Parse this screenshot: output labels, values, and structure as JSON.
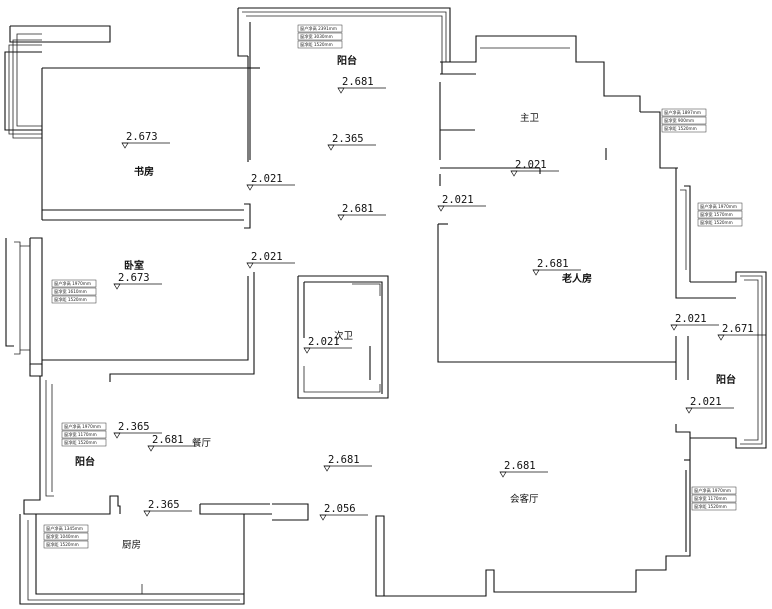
{
  "rooms": {
    "study": "书房",
    "bedroom": "卧室",
    "balcony_top": "阳台",
    "master_bath": "主卫",
    "elder_room": "老人房",
    "second_bath": "次卫",
    "balcony_right": "阳台",
    "dining": "餐厅",
    "balcony_left": "阳台",
    "kitchen": "厨房",
    "living": "会客厅"
  },
  "levels": [
    "2.673",
    "2.673",
    "2.681",
    "2.365",
    "2.021",
    "2.681",
    "2.021",
    "2.021",
    "2.021",
    "2.681",
    "2.021",
    "2.671",
    "2.021",
    "2.021",
    "2.365",
    "2.681",
    "2.681",
    "2.681",
    "2.365",
    "2.056"
  ],
  "notes": {
    "n1": [
      "窗户净高 2391mm",
      "窗净宽 3030mm",
      "窗净距 1520mm"
    ],
    "n2": [
      "窗户净高 1897mm",
      "窗净宽 900mm",
      "窗净距 1520mm"
    ],
    "n3": [
      "窗户净高 1970mm",
      "窗净宽 1570mm",
      "窗净距 1520mm"
    ],
    "n4": [
      "窗户净高 1970mm",
      "窗净宽 1610mm",
      "窗净距 1520mm"
    ],
    "n5": [
      "窗户净高 1970mm",
      "窗净宽 1170mm",
      "窗净距 1520mm"
    ],
    "n6": [
      "窗户净高 1970mm",
      "窗净宽 1170mm",
      "窗净距 1520mm"
    ],
    "n7": [
      "窗户净高 1345mm",
      "窗净宽 1040mm",
      "窗净距 1520mm"
    ]
  }
}
